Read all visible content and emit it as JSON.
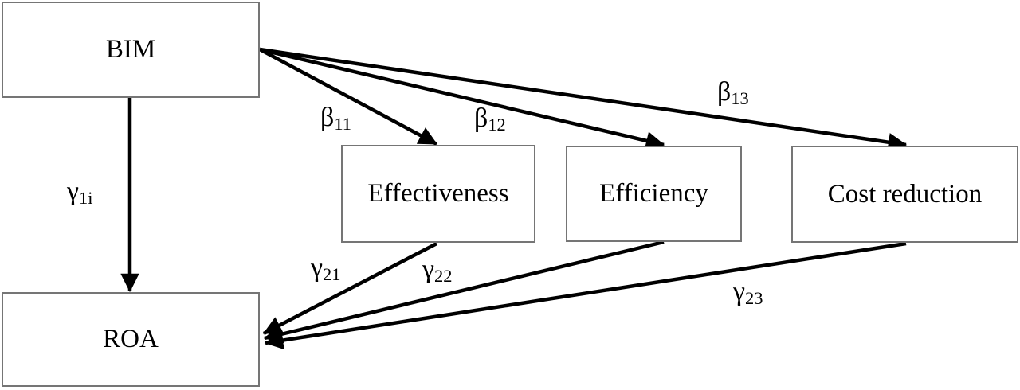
{
  "diagram": {
    "type": "path-model",
    "colors": {
      "arrow": "#000000",
      "box_border": "#757575",
      "text": "#000000",
      "background": "#ffffff"
    },
    "nodes": [
      {
        "id": "bim",
        "label": "BIM"
      },
      {
        "id": "effectiveness",
        "label": "Effectiveness"
      },
      {
        "id": "efficiency",
        "label": "Efficiency"
      },
      {
        "id": "cost_reduction",
        "label": "Cost reduction"
      },
      {
        "id": "roa",
        "label": "ROA"
      }
    ],
    "edges": [
      {
        "from": "bim",
        "to": "roa",
        "label_base": "γ",
        "label_sub": "1i"
      },
      {
        "from": "bim",
        "to": "effectiveness",
        "label_base": "β",
        "label_sub": "11"
      },
      {
        "from": "bim",
        "to": "efficiency",
        "label_base": "β",
        "label_sub": "12"
      },
      {
        "from": "bim",
        "to": "cost_reduction",
        "label_base": "β",
        "label_sub": "13"
      },
      {
        "from": "effectiveness",
        "to": "roa",
        "label_base": "γ",
        "label_sub": "21"
      },
      {
        "from": "efficiency",
        "to": "roa",
        "label_base": "γ",
        "label_sub": "22"
      },
      {
        "from": "cost_reduction",
        "to": "roa",
        "label_base": "γ",
        "label_sub": "23"
      }
    ]
  }
}
